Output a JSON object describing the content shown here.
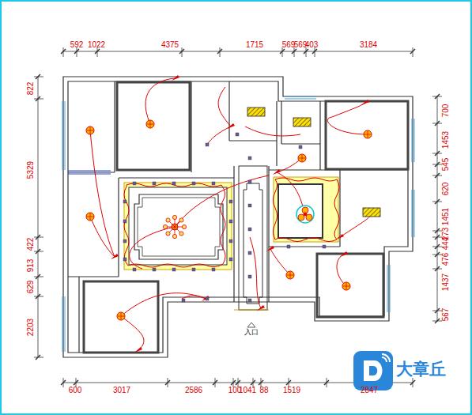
{
  "diagram": {
    "labels": [
      "592",
      "1022",
      "4375",
      "1715",
      "569",
      "569",
      "403",
      "3184",
      "822",
      "5329",
      "422",
      "913",
      "629",
      "2203",
      "700",
      "1453",
      "545",
      "620",
      "1451",
      "273",
      "444",
      "476",
      "1437",
      "567",
      "600",
      "3017",
      "2586",
      "100",
      "1041",
      "88",
      "1519",
      "2847",
      "入口",
      "大章丘"
    ]
  }
}
